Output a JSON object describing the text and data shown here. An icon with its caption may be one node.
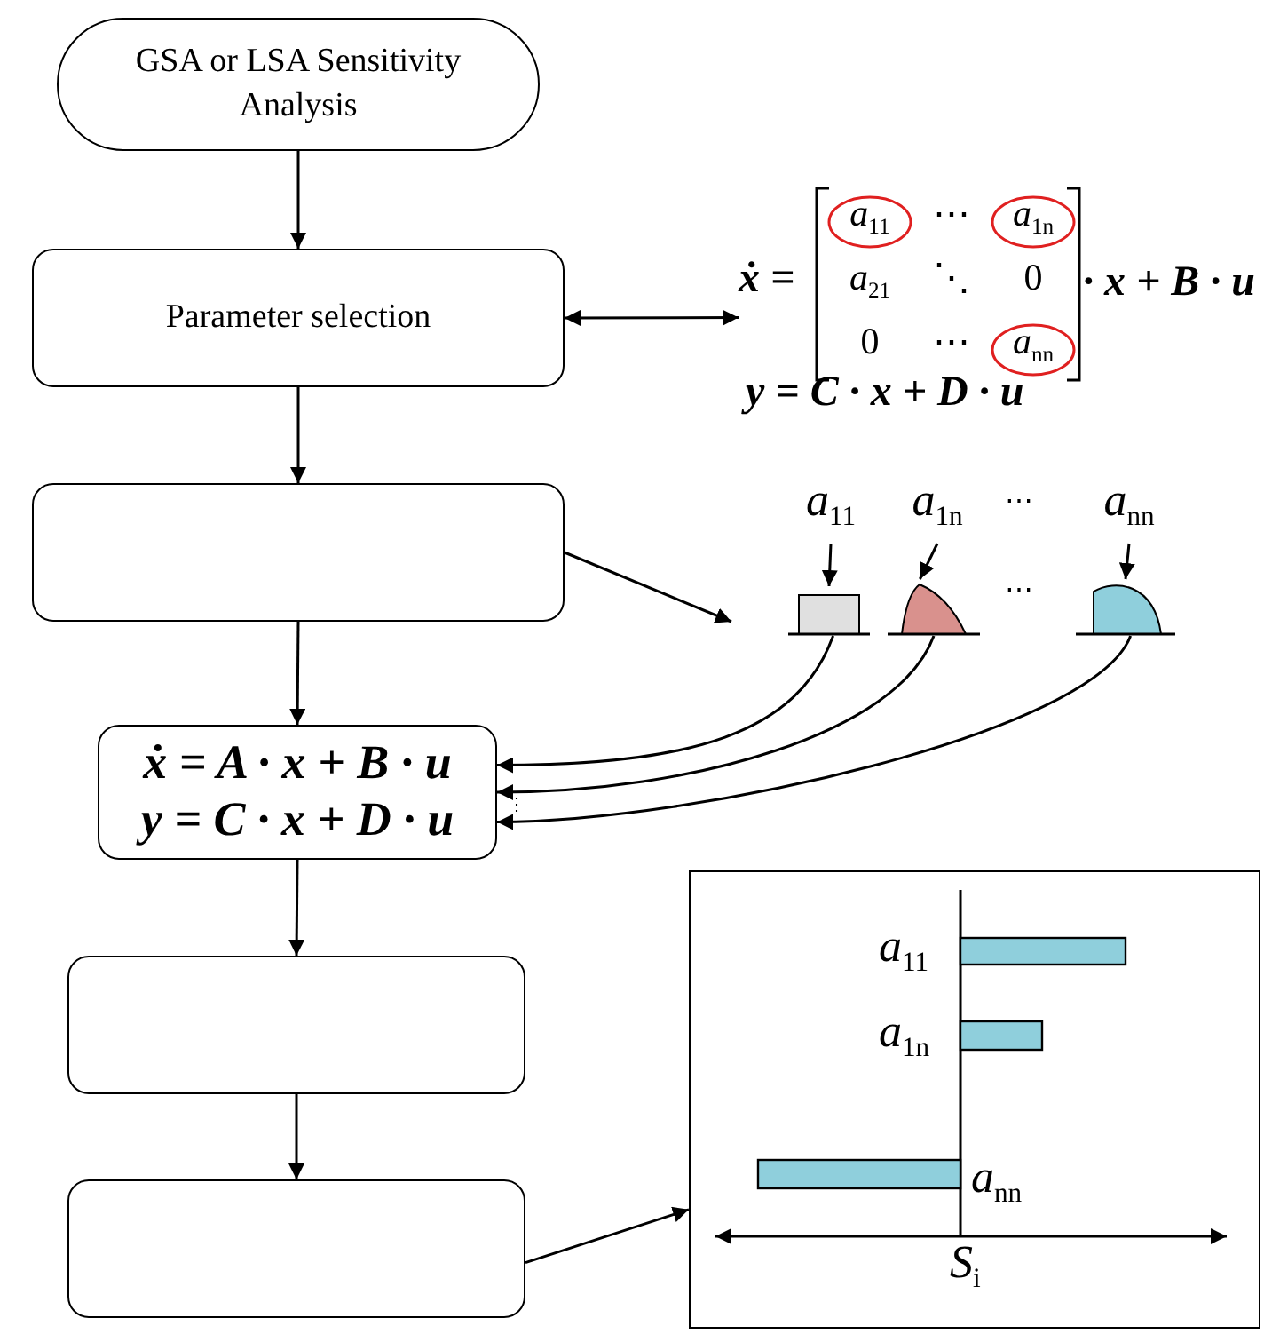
{
  "diagram": {
    "nodes": [
      {
        "text": [
          "GSA or LSA Sensitivity Analysis"
        ]
      },
      {
        "text": [
          "Parameter selection"
        ]
      },
      {
        "text": [
          "ẋ =",
          "· x + B · u",
          "y = C · x + D · u"
        ]
      },
      {
        "text": [
          "*a*$_{11}$",
          "⋯",
          "*a*$_{1n}$",
          "*a*$_{21}$",
          "⋱",
          "0",
          "0",
          "⋯",
          "*a*$_{nn}$"
        ],
        "in": 2
      },
      {
        "text": [],
        "shape": "box"
      },
      {
        "text": [
          "*a*$_{11}$"
        ]
      },
      {
        "text": [
          "*a*$_{1n}$"
        ]
      },
      {
        "text": [
          "*a*$_{nn}$"
        ]
      },
      {
        "text": [],
        "shape": "box"
      },
      {
        "text": [],
        "shape": "mound"
      },
      {
        "text": [],
        "shape": "mound"
      },
      {
        "text": [
          "ẋ = A · x + B · u",
          "y = C · x + D · u"
        ]
      },
      {
        "text": [
          "*a*$_{11}$",
          "*a*$_{1n}$",
          "*a*$_{nn}$",
          "*S*$_{i}$"
        ]
      },
      {
        "text": [],
        "shape": "box"
      },
      {
        "text": [],
        "shape": "box"
      }
    ],
    "edges": [
      {
        "from": 0,
        "to": 1,
        "arrow": "to"
      },
      {
        "from": 1,
        "to": 2,
        "arrow": "both"
      },
      {
        "from": 1,
        "to": 4,
        "arrow": "to"
      },
      {
        "from": 5,
        "to": 8,
        "arrow": "to"
      },
      {
        "from": 6,
        "to": 9,
        "arrow": "to"
      },
      {
        "from": 7,
        "to": 10,
        "arrow": "to"
      },
      {
        "from": 4,
        "to": null,
        "arrow": "to"
      },
      {
        "from": 8,
        "to": 11,
        "arrow": "to"
      },
      {
        "from": 9,
        "to": 11,
        "arrow": "to"
      },
      {
        "from": 10,
        "to": 11,
        "arrow": "to"
      },
      {
        "from": 4,
        "to": 11,
        "arrow": "to"
      },
      {
        "from": 11,
        "to": 13,
        "arrow": "to"
      },
      {
        "from": 13,
        "to": 14,
        "arrow": "to"
      },
      {
        "from": 14,
        "to": 12,
        "arrow": "to"
      }
    ],
    "labels": [
      "⋯",
      "⋯",
      "⋮"
    ]
  }
}
